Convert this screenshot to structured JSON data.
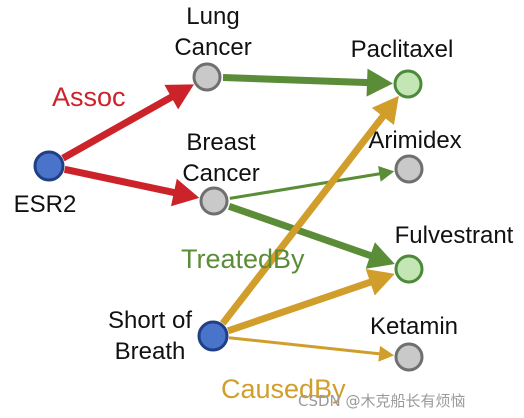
{
  "diagram": {
    "nodes": [
      {
        "id": "esr2",
        "label_lines": [
          "ESR2"
        ],
        "kind": "gene",
        "fill": "#4a74c9",
        "stroke": "#1f3f87"
      },
      {
        "id": "lung",
        "label_lines": [
          "Lung",
          "Cancer"
        ],
        "kind": "disease",
        "fill": "#c9c9c9",
        "stroke": "#6f6f6f"
      },
      {
        "id": "breast",
        "label_lines": [
          "Breast",
          "Cancer"
        ],
        "kind": "disease",
        "fill": "#c9c9c9",
        "stroke": "#6f6f6f"
      },
      {
        "id": "sob",
        "label_lines": [
          "Short of",
          "Breath"
        ],
        "kind": "gene",
        "fill": "#4a74c9",
        "stroke": "#1f3f87"
      },
      {
        "id": "paclitaxel",
        "label_lines": [
          "Paclitaxel"
        ],
        "kind": "drug-highlight",
        "fill": "#c4e6b4",
        "stroke": "#4b8a3a"
      },
      {
        "id": "arimidex",
        "label_lines": [
          "Arimidex"
        ],
        "kind": "drug",
        "fill": "#c9c9c9",
        "stroke": "#6f6f6f"
      },
      {
        "id": "fulvestrant",
        "label_lines": [
          "Fulvestrant"
        ],
        "kind": "drug-highlight",
        "fill": "#c4e6b4",
        "stroke": "#4b8a3a"
      },
      {
        "id": "ketamin",
        "label_lines": [
          "Ketamin"
        ],
        "kind": "drug",
        "fill": "#c9c9c9",
        "stroke": "#6f6f6f"
      }
    ],
    "edges": [
      {
        "from": "esr2",
        "to": "lung",
        "relation": "Assoc",
        "color": "#cc2229",
        "weight": "heavy"
      },
      {
        "from": "esr2",
        "to": "breast",
        "relation": "Assoc",
        "color": "#cc2229",
        "weight": "heavy"
      },
      {
        "from": "lung",
        "to": "paclitaxel",
        "relation": "TreatedBy",
        "color": "#5b8c37",
        "weight": "heavy"
      },
      {
        "from": "breast",
        "to": "arimidex",
        "relation": "TreatedBy",
        "color": "#5b8c37",
        "weight": "light"
      },
      {
        "from": "breast",
        "to": "fulvestrant",
        "relation": "TreatedBy",
        "color": "#5b8c37",
        "weight": "heavy"
      },
      {
        "from": "sob",
        "to": "paclitaxel",
        "relation": "CausedBy",
        "color": "#d19e2b",
        "weight": "heavy"
      },
      {
        "from": "sob",
        "to": "fulvestrant",
        "relation": "CausedBy",
        "color": "#d19e2b",
        "weight": "heavy"
      },
      {
        "from": "sob",
        "to": "ketamin",
        "relation": "CausedBy",
        "color": "#d19e2b",
        "weight": "light"
      }
    ],
    "relation_labels": {
      "assoc": {
        "text": "Assoc",
        "color": "#cc2229"
      },
      "treated_by": {
        "text": "TreatedBy",
        "color": "#5b8c37"
      },
      "caused_by": {
        "text": "CausedBy",
        "color": "#d19e2b"
      }
    }
  },
  "watermark": "CSDN @木克船长有烦恼"
}
